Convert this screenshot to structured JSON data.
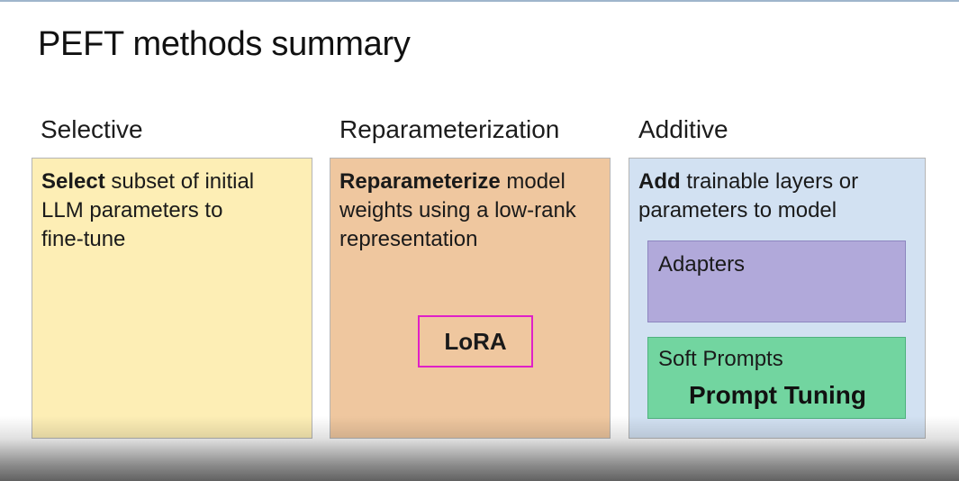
{
  "slide": {
    "title": "PEFT methods summary"
  },
  "columns": [
    {
      "heading": "Selective",
      "bold": "Select",
      "text_lines": [
        " subset of initial",
        "LLM parameters to",
        "fine-tune"
      ]
    },
    {
      "heading": "Reparameterization",
      "bold": "Reparameterize",
      "text_lines": [
        " model",
        "weights using a low-rank",
        "representation"
      ],
      "method": "LoRA"
    },
    {
      "heading": "Additive",
      "bold": "Add",
      "text_lines": [
        " trainable layers or",
        "parameters to model"
      ],
      "adapters_label": "Adapters",
      "soft_prompts_label": "Soft Prompts",
      "prompt_tuning_label": "Prompt Tuning"
    }
  ],
  "colors": {
    "selective_fill": "#fdeeb5",
    "reparameterization_fill": "#efc79f",
    "additive_fill": "#d2e1f2",
    "adapters_fill": "#b1a9da",
    "soft_prompts_fill": "#72d5a0",
    "lora_border": "#e020c8"
  }
}
